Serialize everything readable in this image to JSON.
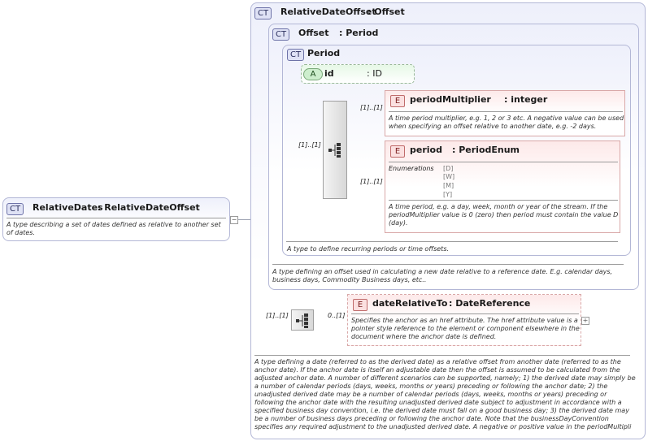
{
  "root": {
    "badge": "CT",
    "name": "RelativeDates",
    "type": ": RelativeDateOffset",
    "desc": "A type describing a set of dates defined as relative to another set of dates."
  },
  "rdo": {
    "badge": "CT",
    "name": "RelativeDateOffset",
    "type": ": Offset",
    "desc": "A type defining a date (referred to as the derived date) as a relative offset from another date (referred to as the anchor date). If the anchor date is itself an adjustable date then the offset is assumed to be calculated from the adjusted anchor date. A number of different scenarios can be supported, namely; 1) the derived date may simply be a number of calendar periods (days, weeks, months or years) preceding or following the anchor date; 2) the unadjusted derived date may be a number of calendar periods (days, weeks, months or years) preceding or following the anchor date with the resulting unadjusted derived date subject to adjustment in accordance with a specified business day convention, i.e. the derived date must fall on a good business day; 3) the derived date may be a number of business days preceding or following the anchor date. Note that the businessDayConvention specifies any required adjustment to the unadjusted derived date. A negative or positive value in the periodMultipli"
  },
  "offset": {
    "badge": "CT",
    "name": "Offset",
    "type": ": Period",
    "desc": "A type defining an offset used in calculating a new date relative to a reference date. E.g. calendar days, business days, Commodity Business days, etc.."
  },
  "period_ct": {
    "badge": "CT",
    "name": "Period",
    "desc": "A type to define recurring periods or time offsets."
  },
  "attr_id": {
    "badge": "A",
    "name": "id",
    "type": ": ID"
  },
  "period_multiplier": {
    "badge": "E",
    "name": "periodMultiplier",
    "type": ": integer",
    "card": "[1]..[1]",
    "desc": "A time period multiplier, e.g. 1, 2 or 3 etc. A negative value can be used when specifying an offset relative to another date, e.g. -2 days."
  },
  "period_el": {
    "badge": "E",
    "name": "period",
    "type": ": PeriodEnum",
    "card": "[1]..[1]",
    "enum_label": "Enumerations",
    "enums": [
      "[D]",
      "[W]",
      "[M]",
      "[Y]"
    ],
    "desc": "A time period, e.g. a day, week, month or year of the stream. If the periodMultiplier value is 0 (zero) then period must contain the value D (day)."
  },
  "period_seq_card": "[1]..[1]",
  "date_relative_to": {
    "badge": "E",
    "name": "dateRelativeTo",
    "type": ": DateReference",
    "card": "0..[1]",
    "desc": "Specifies the anchor as an href attribute. The href attribute value is a pointer style reference to the element or component elsewhere in the document where the anchor date is defined."
  },
  "rdo_seq_card": "[1]..[1]",
  "expand_symbol": "+",
  "collapse_symbol": "−"
}
